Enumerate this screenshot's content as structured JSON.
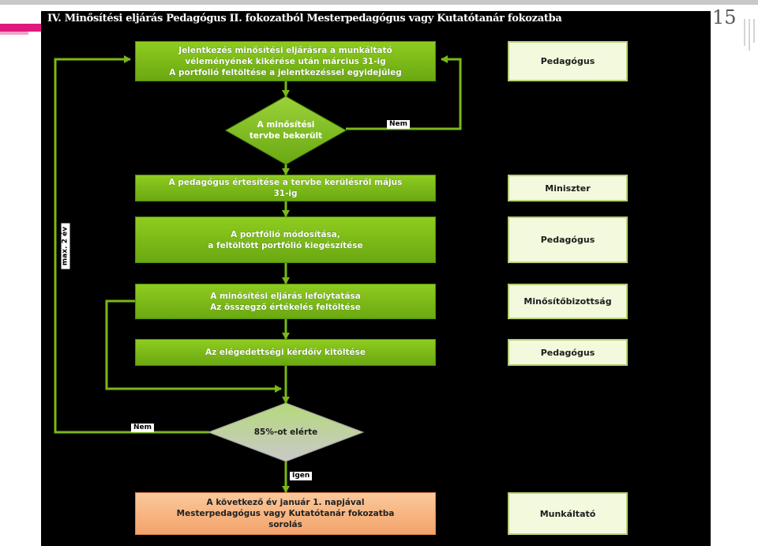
{
  "slide": {
    "title": "IV. Minősítési eljárás Pedagógus II. fokozatból Mesterpedagógus vagy Kutatótanár fokozatba",
    "page_number": "15"
  },
  "flow": {
    "steps": [
      "Jelentkezés minősítési eljárásra a munkáltató\nvéleményének kikérése után március 31-ig\nA portfolió feltöltése a jelentkezéssel egyidejűleg",
      "A pedagógus értesítése a tervbe kerülésről május\n31-ig",
      "A portfólió módosítása,\na feltöltött portfólió kiegészítése",
      "A minősítési eljárás lefolytatása\nAz összegző értékelés feltöltése",
      "Az elégedettségi kérdőív kitöltése",
      "A következő év január 1. napjával\nMesterpedagógus vagy Kutatótanár fokozatba\nsorolás"
    ],
    "decisions": [
      "A minősítési\ntervbe bekerült",
      "85%-ot elérte"
    ],
    "edge_labels": {
      "no_1": "Nem",
      "no_2": "Nem",
      "yes": "Igen",
      "max": "max. 2 év"
    }
  },
  "roles": [
    "Pedagógus",
    "Miniszter",
    "Pedagógus",
    "Minősítőbizottság",
    "Pedagógus",
    "Munkáltató"
  ],
  "colors": {
    "panel": "#000000",
    "box_green": "#7ab818",
    "box_orange": "#f6b07c",
    "decision_gradient_top": "#b5d97a",
    "decision_gradient_bottom": "#c9c9c9",
    "role_fill": "#f3f9dc",
    "role_border": "#b7cf77",
    "accent_pink": "#e0197d"
  }
}
